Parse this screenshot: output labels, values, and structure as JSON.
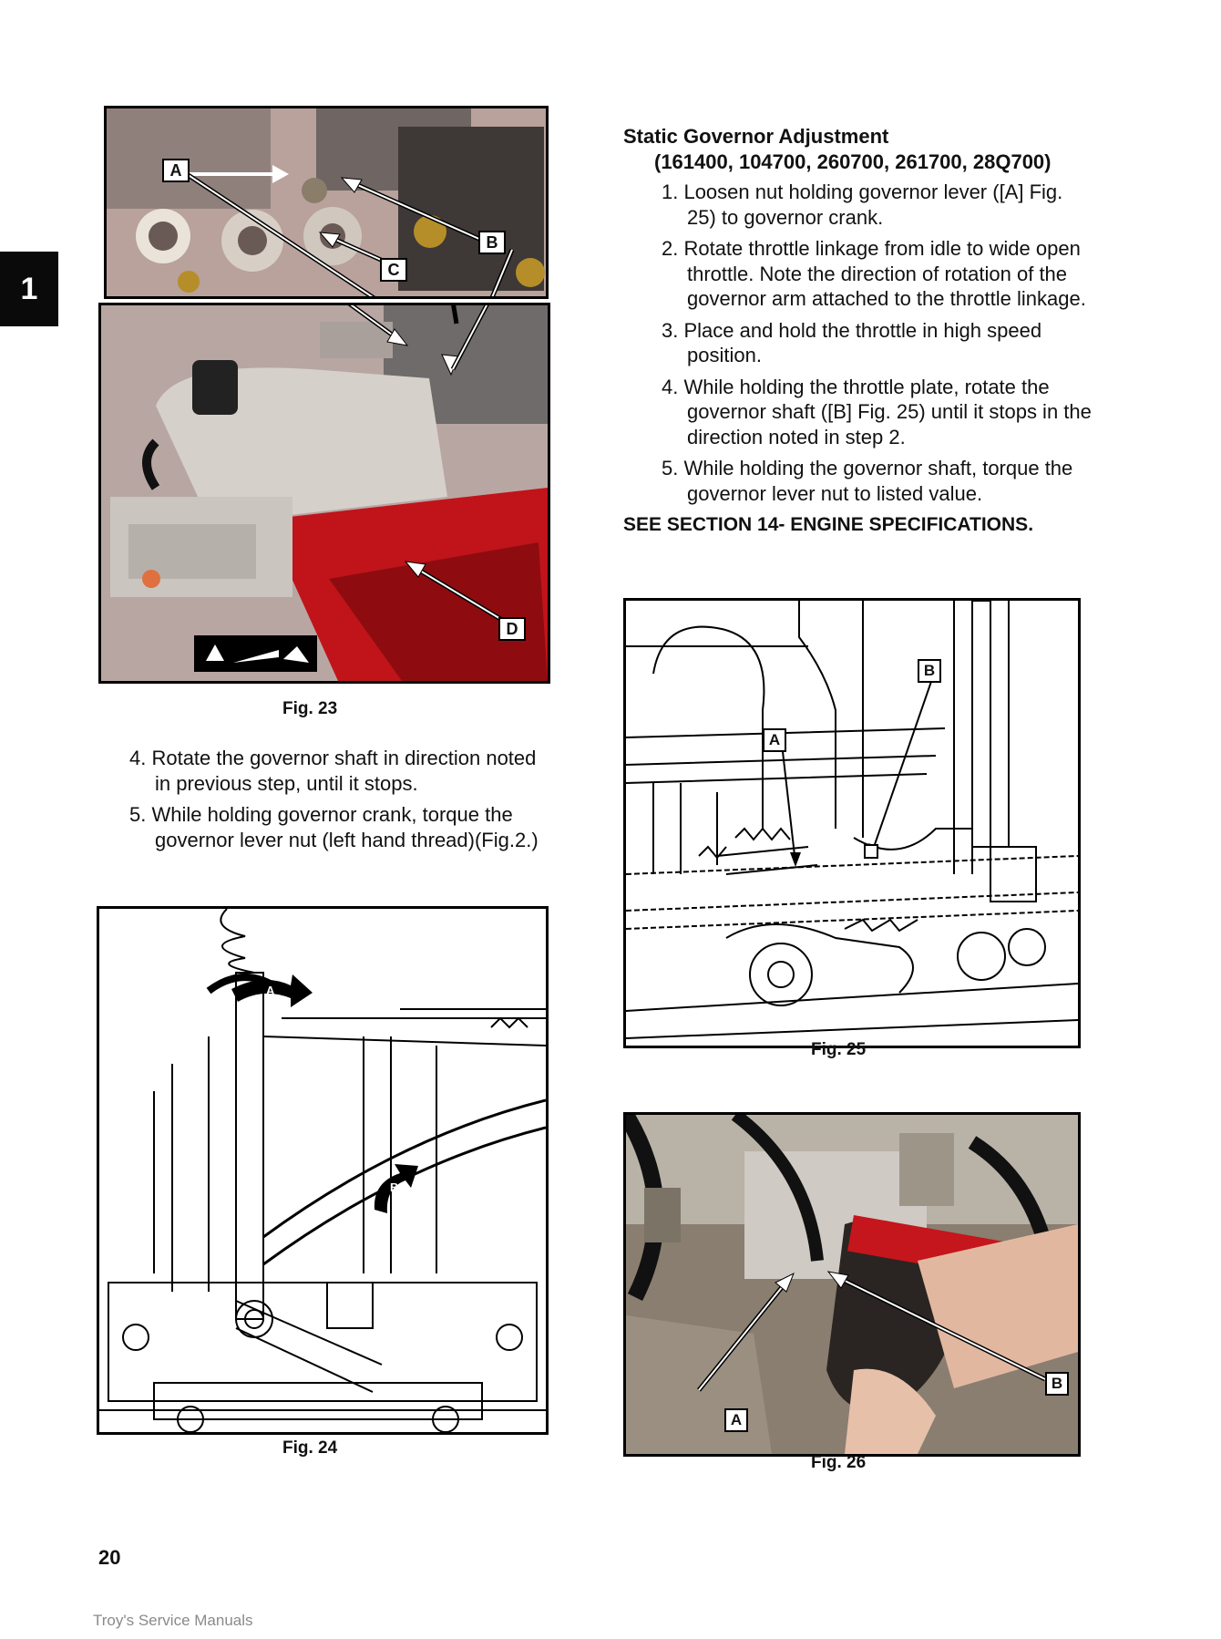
{
  "section_tab": "1",
  "figures": {
    "fig23": {
      "caption": "Fig. 23",
      "callouts": [
        "A",
        "B",
        "C",
        "D"
      ]
    },
    "fig24": {
      "caption": "Fig. 24",
      "callouts": [
        "A",
        "B"
      ]
    },
    "fig25": {
      "caption": "Fig. 25",
      "callouts": [
        "A",
        "B"
      ]
    },
    "fig26": {
      "caption": "Fig. 26",
      "callouts": [
        "A",
        "B"
      ]
    }
  },
  "left_steps": [
    "4. Rotate the governor shaft in direction noted in previous step, until it stops.",
    "5. While holding governor crank, torque the governor lever nut (left hand thread)(Fig.2.)"
  ],
  "right_section": {
    "heading": "Static Governor Adjustment",
    "subheading": "(161400, 104700, 260700, 261700, 28Q700)",
    "steps": [
      "1. Loosen nut holding governor lever ([A] Fig. 25) to governor crank.",
      "2. Rotate throttle linkage from idle to wide open throttle. Note the direction of rotation of the governor arm attached to the throttle linkage.",
      "3. Place and hold the throttle in high speed position.",
      "4. While holding the throttle plate, rotate the governor shaft ([B] Fig. 25) until it stops in the direction noted in step 2.",
      "5. While holding the governor shaft, torque the governor lever nut to listed value."
    ],
    "see_section": "SEE SECTION 14- ENGINE SPECIFICATIONS."
  },
  "page_number": "20",
  "footer": "Troy's Service Manuals"
}
